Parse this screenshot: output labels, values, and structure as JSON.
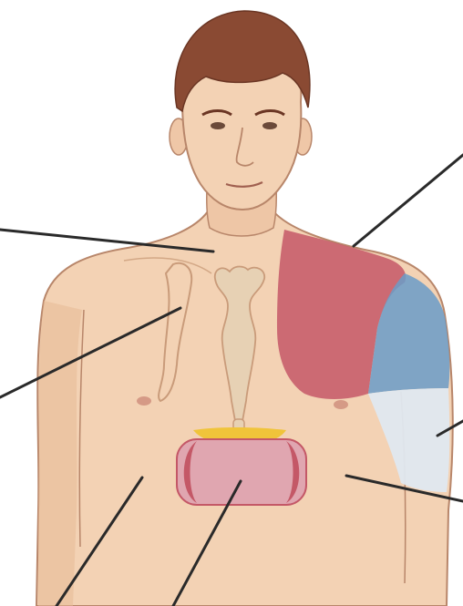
{
  "figure": {
    "colors": {
      "background": "#ffffff",
      "skin": "#f3d2b4",
      "skin_shade": "#e6b996",
      "outline": "#b8866a",
      "hair": "#8a4a33",
      "bone": "#e7d1b4",
      "pain_zone_red": "#c45867",
      "pain_zone_red_light": "#e0a6b0",
      "pain_zone_blue": "#6a9cc8",
      "pain_zone_pale": "#dfe8f0",
      "epigastric_yellow": "#f0c43a",
      "leader_line": "#2a2a2a"
    },
    "regions": [
      {
        "id": "left-shoulder-chest",
        "fill": "pain_zone_red"
      },
      {
        "id": "left-upper-arm",
        "fill": "pain_zone_blue"
      },
      {
        "id": "left-inner-arm",
        "fill": "pain_zone_pale"
      },
      {
        "id": "epigastrium",
        "fill": "pain_zone_red"
      },
      {
        "id": "xiphoid-band",
        "fill": "epigastric_yellow"
      }
    ],
    "leader_lines": [
      {
        "id": "line-neck-left"
      },
      {
        "id": "line-chest-right"
      },
      {
        "id": "line-left-shoulder"
      },
      {
        "id": "line-left-arm"
      },
      {
        "id": "line-left-abdomen"
      },
      {
        "id": "line-right-abdomen"
      },
      {
        "id": "line-epigastrium"
      }
    ]
  }
}
